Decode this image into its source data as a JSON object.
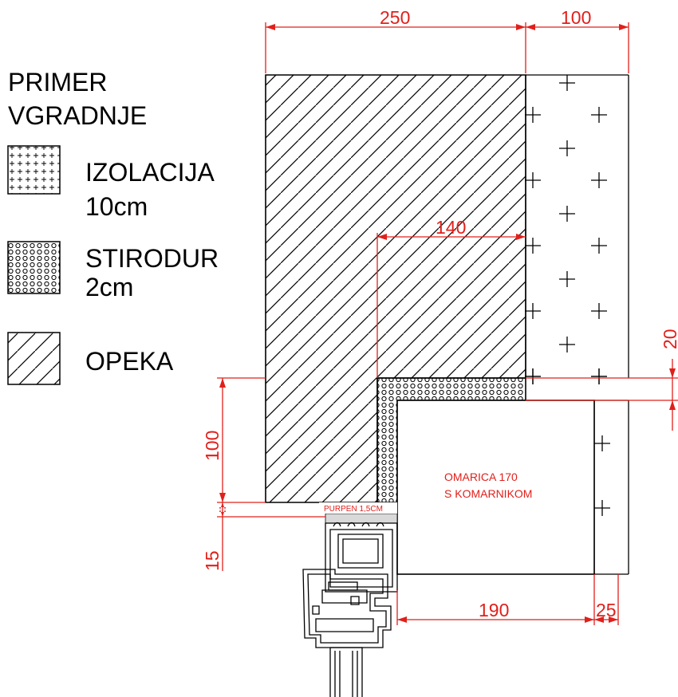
{
  "legend": {
    "title_line1": "PRIMER",
    "title_line2": "VGRADNJE",
    "items": [
      {
        "name": "IZOLACIJA",
        "detail": "10cm",
        "pattern": "plus-icon-pattern"
      },
      {
        "name": "STIRODUR",
        "detail": "2cm",
        "pattern": "circle-icon-pattern"
      },
      {
        "name": "OPEKA",
        "detail": "",
        "pattern": "diagonal-hatch-pattern"
      }
    ]
  },
  "dimensions": {
    "wall_width": "250",
    "insulation_width": "100",
    "opening_width": "140",
    "stirodur_thickness": "20",
    "lintel_height": "100",
    "gap_height": "15",
    "box_width": "190",
    "outer_gap": "25"
  },
  "labels": {
    "box_line1": "OMARICA 170",
    "box_line2": "S KOMARNIKOM",
    "foam": "PURPEN 1,5CM"
  },
  "colors": {
    "dimension": "#e0201b",
    "outline": "#000000",
    "foam_fill": "#d9d9d9"
  }
}
